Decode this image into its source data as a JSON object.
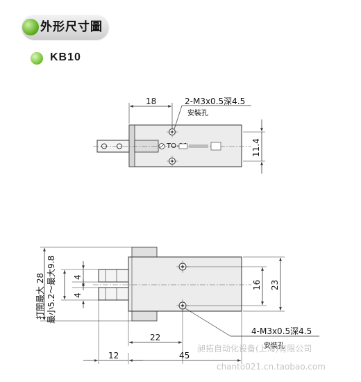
{
  "header": {
    "title": "外形尺寸圖"
  },
  "model": {
    "name": "KB10"
  },
  "top_view": {
    "width_dim": "18",
    "height_dim": "11.4",
    "hole_callout": "2-M3x0.5深4.5",
    "hole_note": "安裝孔",
    "body_label": "TO-11"
  },
  "side_view": {
    "jaw_dim_upper": "4",
    "jaw_dim_lower": "4",
    "opening_label_line1": "打開最大 28",
    "opening_label_line2": "最小5.2～最大9.8",
    "inner_height": "16",
    "outer_height": "23",
    "length_22": "22",
    "length_12": "12",
    "length_45": "45",
    "hole_callout": "4-M3x0.5深4.5",
    "hole_note": "安裝孔"
  },
  "watermark": {
    "line1": "昶拓自动化设备(上海)有限公司",
    "line2": "chanto021.cn.taobao.com"
  },
  "colors": {
    "header_accent": "#58a818",
    "body_fill": "#e8e8e8",
    "line": "#333333"
  }
}
